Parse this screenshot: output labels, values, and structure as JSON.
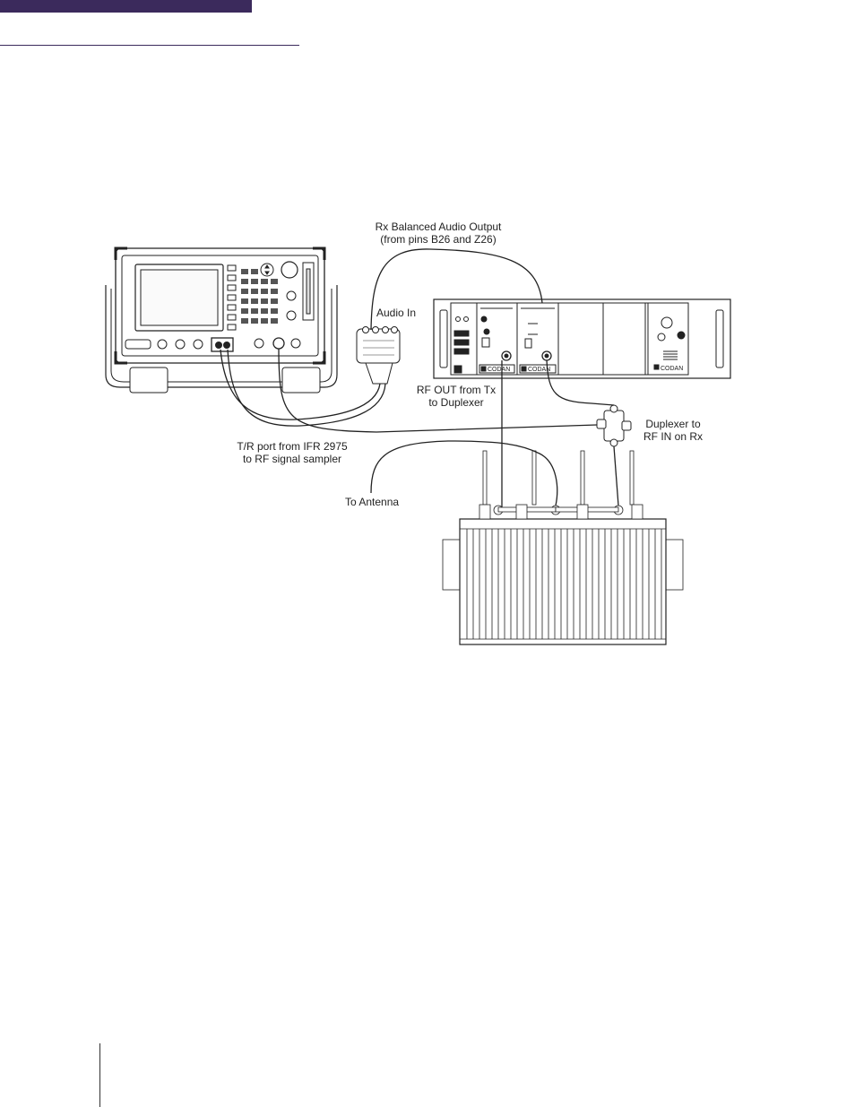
{
  "header": {
    "accent_color": "#3b2a5c"
  },
  "diagram": {
    "labels": {
      "rx_audio_line1": "Rx Balanced Audio Output",
      "rx_audio_line2": "(from pins B26 and Z26)",
      "audio_in": "Audio In",
      "rf_out_line1": "RF OUT from Tx",
      "rf_out_line2": "to Duplexer",
      "duplexer_line1": "Duplexer to",
      "duplexer_line2": "RF IN on Rx",
      "tr_port_line1": "T/R port from IFR 2975",
      "tr_port_line2": "to RF signal sampler",
      "to_antenna": "To Antenna"
    },
    "brand": {
      "module_1": "CODAN",
      "module_2": "CODAN",
      "module_3": "CODAN"
    }
  }
}
